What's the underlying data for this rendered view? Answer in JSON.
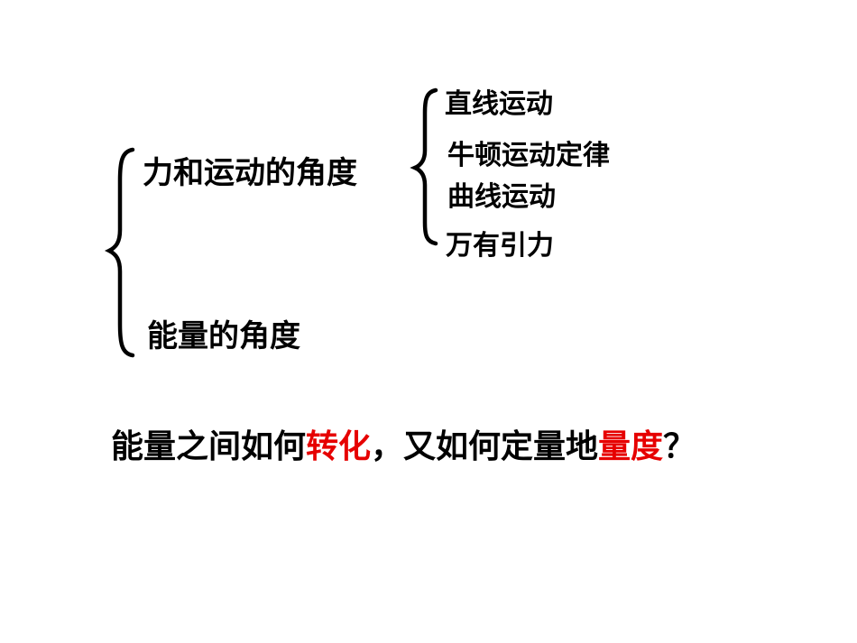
{
  "outline": {
    "branch_force_motion": "力和运动的角度",
    "branch_energy": "能量的角度",
    "sub_items": [
      "直线运动",
      "牛顿运动定律",
      "曲线运动",
      "万有引力"
    ]
  },
  "question": {
    "part1": "能量之间如何",
    "highlight1": "转化",
    "part2": "，又如何定量地",
    "highlight2": "量度",
    "part3": "？",
    "highlight_color": "#e60000"
  }
}
